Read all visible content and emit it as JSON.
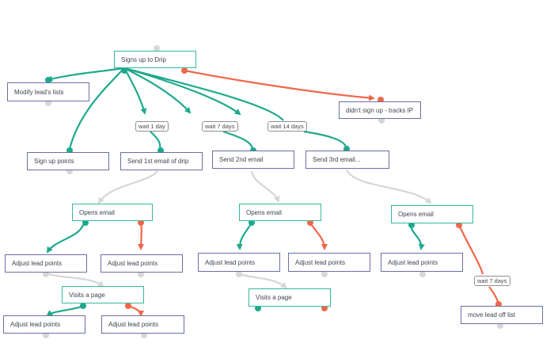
{
  "colors": {
    "yes_path": "#1ea98d",
    "no_path": "#f0674a",
    "next_path": "#d6d6d6",
    "event_border": "#38b79b",
    "action_border": "#6b6fa3",
    "handle": "#d7d7d7"
  },
  "nodes": {
    "signs_up": "Signs up to Drip",
    "modify_lists": "Modify lead's lists",
    "didnt_sign_up": "didn't sign up - tracks IP",
    "sign_up_points": "Sign up points",
    "send_1st": "Send 1st email of drip",
    "send_2nd": "Send 2nd email",
    "send_3rd": "Send 3rd email...",
    "opens_email_1": "Opens email",
    "opens_email_2": "Opens email",
    "opens_email_3": "Opens email",
    "adjust_1": "Adjust lead points",
    "adjust_2": "Adjust lead points",
    "adjust_3": "Adjust lead points",
    "adjust_4": "Adjust lead points",
    "adjust_5": "Adjust lead points",
    "visits_page_1": "Visits a page",
    "visits_page_2": "Visits a page",
    "adjust_6": "Adjust lead points",
    "adjust_7": "Adjust lead points",
    "move_off_list": "move lead off list"
  },
  "waits": {
    "w1": "wait 1 day",
    "w7": "wait 7 days",
    "w14": "wait 14 days",
    "w7b": "wait 7 days"
  }
}
